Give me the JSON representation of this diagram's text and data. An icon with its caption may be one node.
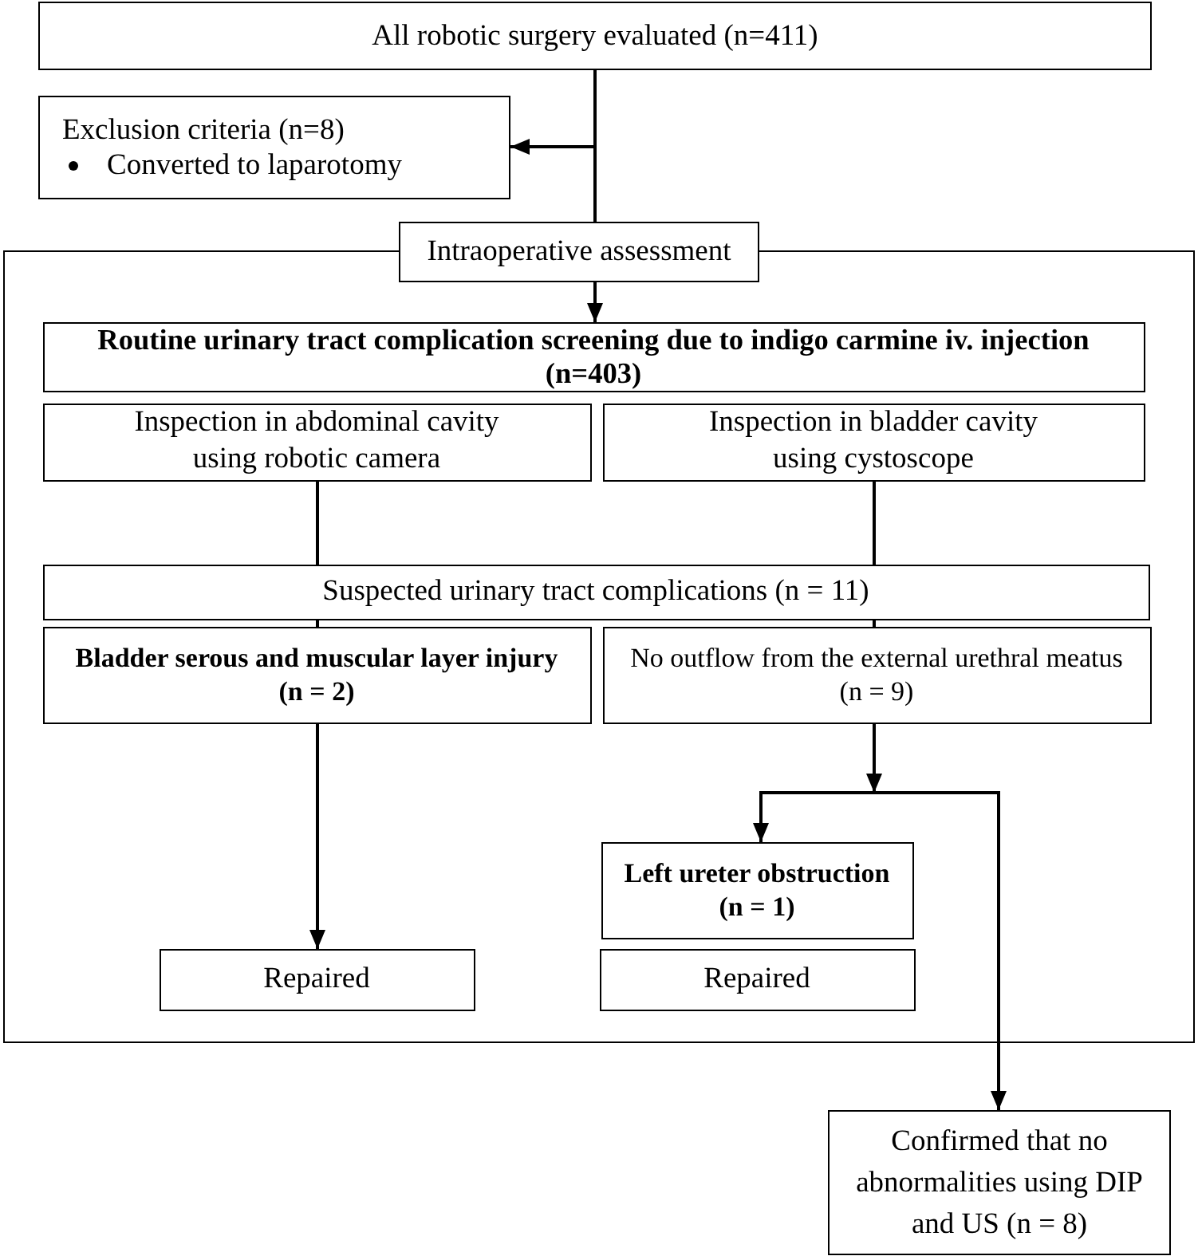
{
  "diagram": {
    "nodes": [
      {
        "text": [
          "All robotic surgery evaluated (n=411)"
        ]
      },
      {
        "text": [
          "Exclusion criteria (n=8)",
          "Converted to laparotomy"
        ]
      },
      {
        "text": [
          "Intraoperative assessment"
        ]
      },
      {
        "text": [],
        "shape": "box"
      },
      {
        "text": [
          "Routine urinary tract complication screening due to indigo carmine iv. injection (n=403)"
        ],
        "in": 3
      },
      {
        "text": [
          "Inspection in abdominal cavity using robotic camera"
        ],
        "in": 3
      },
      {
        "text": [
          "Inspection in bladder cavity using cystoscope"
        ],
        "in": 3
      },
      {
        "text": [
          "Suspected urinary tract complications (n = 11)"
        ],
        "in": 3
      },
      {
        "text": [
          "Bladder serous and muscular layer injury (n = 2)"
        ],
        "in": 3
      },
      {
        "text": [
          "No outflow from the external urethral meatus (n = 9)"
        ],
        "in": 3
      },
      {
        "text": [
          "Left ureter obstruction (n = 1)"
        ],
        "in": 3
      },
      {
        "text": [
          "Repaired"
        ],
        "in": 3
      },
      {
        "text": [
          "Repaired"
        ],
        "in": 3
      },
      {
        "text": [
          "Confirmed that no abnormalities using DIP and US (n = 8)"
        ]
      }
    ],
    "edges": [
      {
        "from": 0,
        "to": 2,
        "arrow": "none"
      },
      {
        "from": 0,
        "to": 1,
        "arrow": "to"
      },
      {
        "from": 2,
        "to": 4,
        "arrow": "to"
      },
      {
        "from": 5,
        "to": 7,
        "arrow": "none"
      },
      {
        "from": 6,
        "to": 7,
        "arrow": "none"
      },
      {
        "from": 7,
        "to": 8,
        "arrow": "none"
      },
      {
        "from": 7,
        "to": 9,
        "arrow": "none"
      },
      {
        "from": 8,
        "to": 11,
        "arrow": "to"
      },
      {
        "from": 9,
        "to": 10,
        "arrow": "to"
      },
      {
        "from": 9,
        "to": 13,
        "arrow": "to"
      }
    ]
  }
}
